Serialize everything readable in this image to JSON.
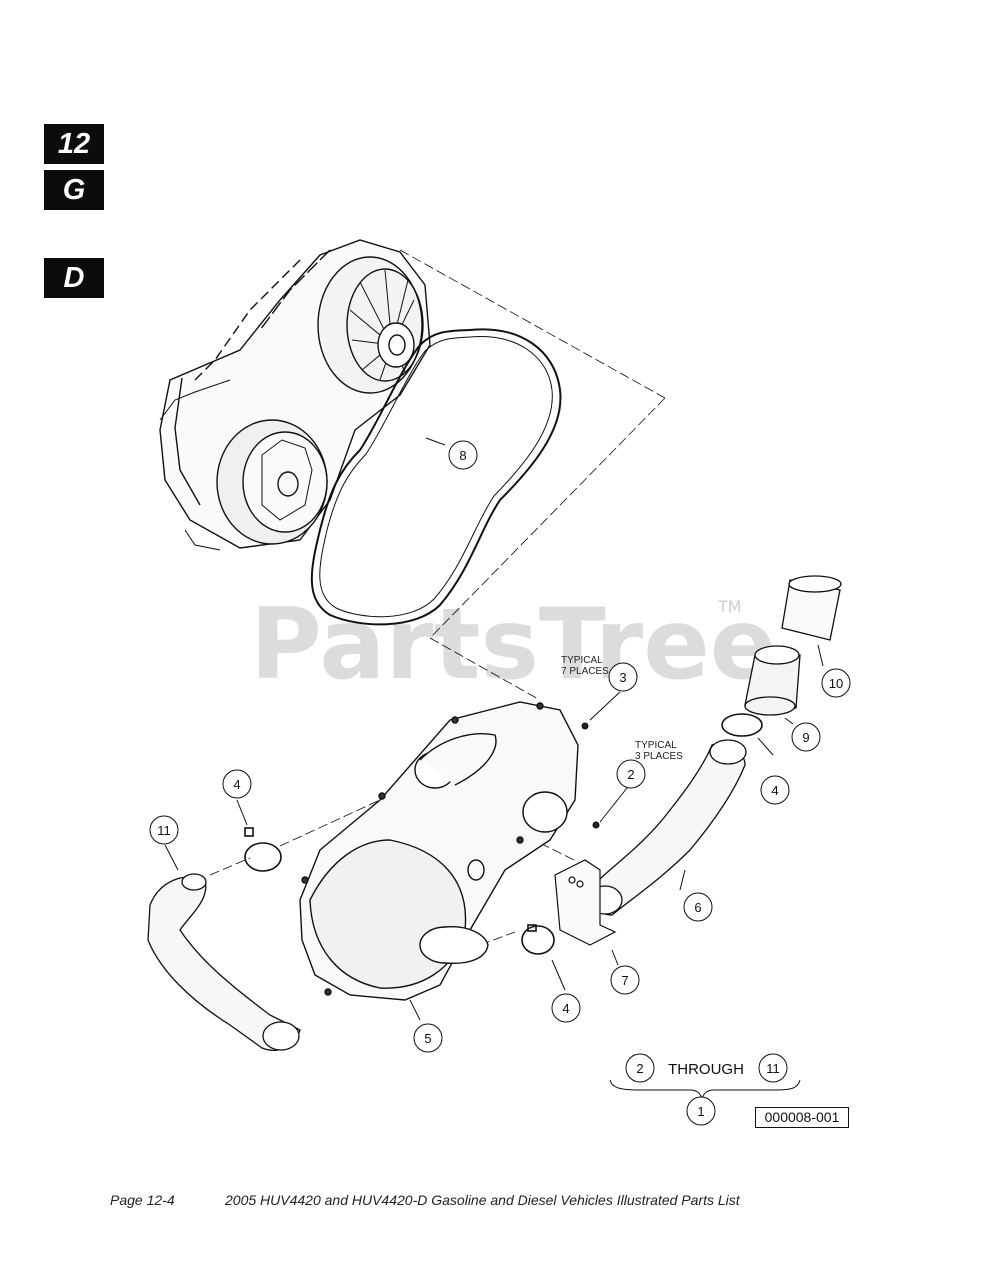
{
  "tabs": [
    {
      "label": "12"
    },
    {
      "label": "G"
    },
    {
      "label": "D"
    }
  ],
  "watermark": {
    "text": "PartsTree",
    "tm": "TM"
  },
  "callouts": {
    "c1": "1",
    "c2a": "2",
    "c2b": "2",
    "c3": "3",
    "c4a": "4",
    "c4b": "4",
    "c4c": "4",
    "c5": "5",
    "c6": "6",
    "c7": "7",
    "c8": "8",
    "c9": "9",
    "c10": "10",
    "c11a": "11",
    "c11b": "11"
  },
  "notes": {
    "typical7_line1": "TYPICAL",
    "typical7_line2": "7 PLACES",
    "typical3_line1": "TYPICAL",
    "typical3_line2": "3 PLACES"
  },
  "through_label": "THROUGH",
  "reference_number": "000008-001",
  "footer": {
    "page": "Page 12-4",
    "title": "2005 HUV4420 and HUV4420-D Gasoline and Diesel Vehicles Illustrated Parts List"
  }
}
